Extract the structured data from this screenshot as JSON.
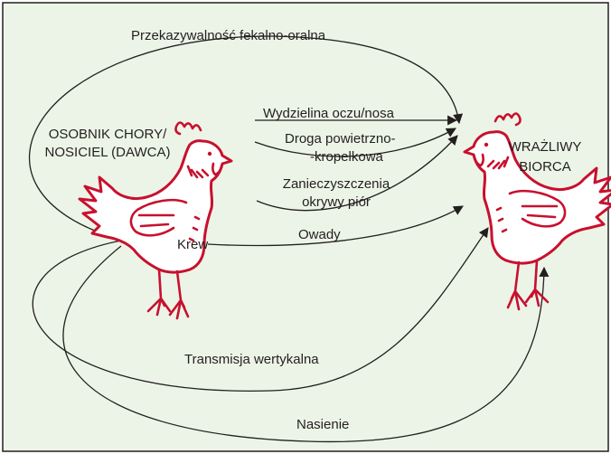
{
  "colors": {
    "background": "#ecf4e7",
    "frame": "#231f20",
    "hen_outline": "#c8102e",
    "arrow": "#231f20"
  },
  "icons": {
    "donor": "hen-icon",
    "recipient": "hen-icon"
  },
  "nodes": {
    "donor_line1": "OSOBNIK CHORY/",
    "donor_line2": "NOSICIEL (DAWCA)",
    "recipient_line1": "WRAŻLIWY",
    "recipient_line2": "BIORCA",
    "blood": "Krew"
  },
  "routes": {
    "fecal_oral": "Przekazywalność fekalno-oralna",
    "eye_nose": "Wydzielina oczu/nosa",
    "airborne_line1": "Droga powietrzno-",
    "airborne_line2": "-kropelkowa",
    "feather_line1": "Zanieczyszczenia",
    "feather_line2": "okrywy piór",
    "insects": "Owady",
    "vertical": "Transmisja wertykalna",
    "semen": "Nasienie"
  }
}
